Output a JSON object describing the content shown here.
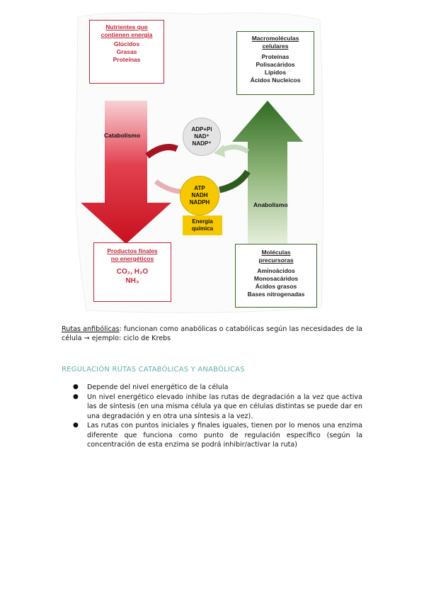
{
  "diagram": {
    "nutrients_box": {
      "title": "Nutrientes que contienen energía",
      "items": [
        "Glúcidos",
        "Grasas",
        "Proteínas"
      ]
    },
    "macro_box": {
      "title": "Macromoléculas celulares",
      "items": [
        "Proteínas",
        "Polisacáridos",
        "Lípidos",
        "Ácidos Nucleicos"
      ]
    },
    "products_box": {
      "title": "Productos finales no energéticos",
      "items": [
        "CO₂, H₂O",
        "NH₃"
      ]
    },
    "precursors_box": {
      "title": "Moléculas precursoras",
      "items": [
        "Aminoácidos",
        "Monosacáridos",
        "Ácidos grasos",
        "Bases nitrogenadas"
      ]
    },
    "catabolism_label": "Catabolismo",
    "anabolism_label": "Anabolismo",
    "grey_circle": [
      "ADP+Pi",
      "NAD⁺",
      "NADP⁺"
    ],
    "yellow_circle": [
      "ATP",
      "NADH",
      "NADPH"
    ],
    "energy_label": [
      "Energía",
      "química"
    ],
    "colors": {
      "red": "#d4202f",
      "green": "#3e7a2a",
      "yellow": "#f6c800",
      "grey": "#e4e4e4"
    }
  },
  "amphibolic": {
    "term": "Rutas anfibólicas",
    "text": ": funcionan como anabólicas o catabólicas según las necesidades de la célula → ejemplo: ciclo de Krebs"
  },
  "section_heading": "REGULACIÓN RUTAS CATABÓLICAS Y ANABÓLICAS",
  "bullets": [
    "Depende del nivel energético de la célula",
    "Un nivel energético elevado inhibe las rutas de degradación a la vez que activa las de síntesis (en una misma célula ya que en células distintas se puede dar en una degradación y en otra una síntesis a la vez).",
    "Las rutas con puntos iniciales y finales iguales, tienen por lo menos una enzima diferente que funciona como punto de regulación específico (según la concentración de esta enzima se podrá inhibir/activar la ruta)"
  ]
}
